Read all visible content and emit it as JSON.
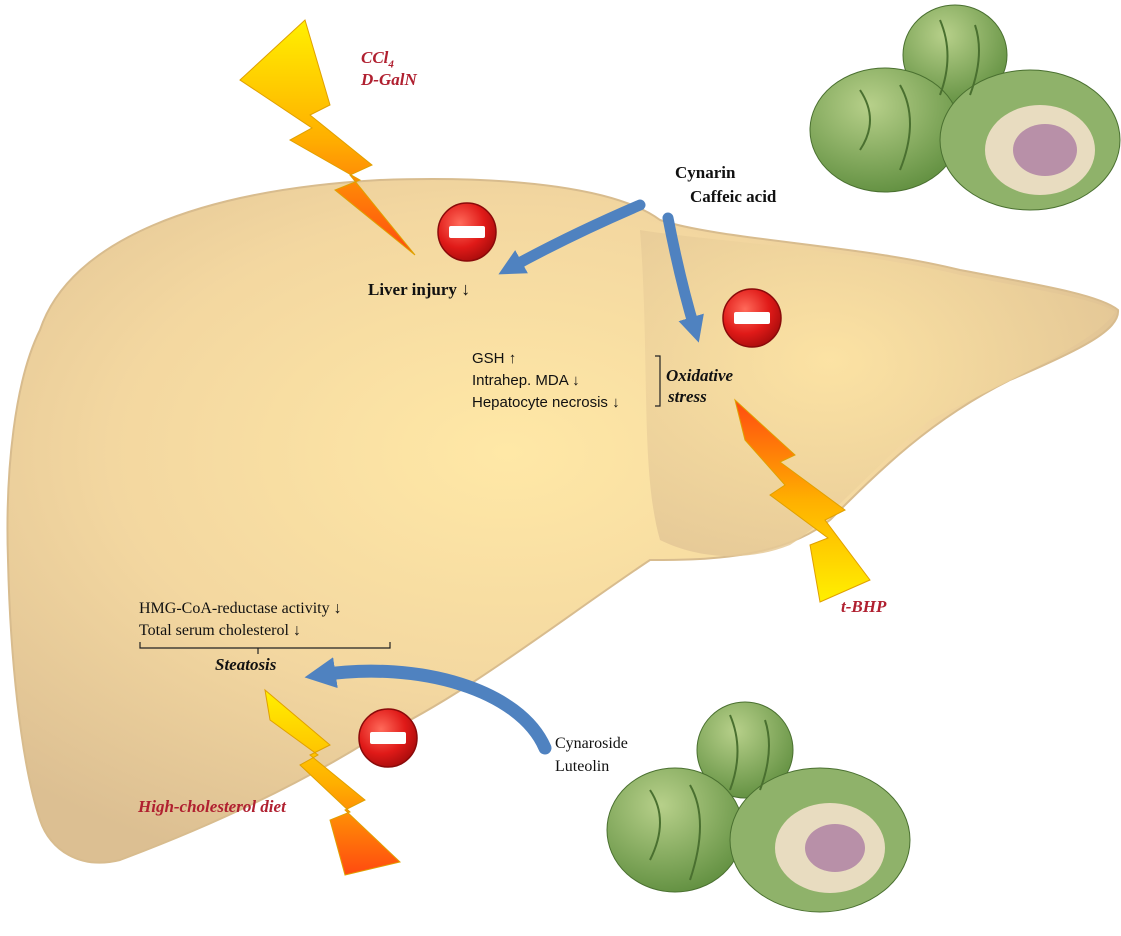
{
  "agents": {
    "top": [
      "CCl",
      "4",
      "D-GalN"
    ],
    "right": "t-BHP",
    "bottom": "High-cholesterol diet"
  },
  "compounds": {
    "top": [
      "Cynarin",
      "Caffeic acid"
    ],
    "bottom": [
      "Cynaroside",
      "Luteolin"
    ]
  },
  "effects": {
    "liver_injury": "Liver injury",
    "oxidative": {
      "items": [
        "GSH",
        "Intrahep. MDA",
        "Hepatocyte necrosis"
      ],
      "label_line1": "Oxidative",
      "label_line2": "stress"
    },
    "steatosis": {
      "items": [
        "HMG-CoA-reductase activity",
        "Total serum cholesterol"
      ],
      "label": "Steatosis"
    }
  },
  "colors": {
    "liver": "#e6c796",
    "liver_glow": "#ffe9a8",
    "arrow": "#4f82c0",
    "inhibit": "#e0201e",
    "red_text": "#b02030",
    "bolt_top": "#ffe000",
    "bolt_bottom": "#ff5010",
    "artichoke": "#6e9a48"
  },
  "icons": [
    "lightning-bolt-icon",
    "inhibition-sign-icon",
    "artichoke-icon",
    "up-arrow-icon",
    "down-arrow-icon"
  ]
}
